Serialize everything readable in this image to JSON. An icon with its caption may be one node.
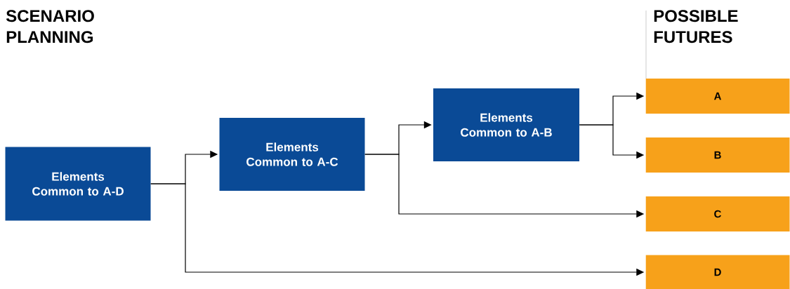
{
  "diagram": {
    "nodes": [
      {
        "text": [
          "Elements Common to A-D"
        ]
      },
      {
        "text": [
          "Elements Common to A-C"
        ]
      },
      {
        "text": [
          "Elements Common to A-B"
        ]
      },
      {
        "text": [
          "A"
        ]
      },
      {
        "text": [
          "B"
        ]
      },
      {
        "text": [
          "C"
        ]
      },
      {
        "text": [
          "D"
        ]
      }
    ],
    "edges": [
      {
        "from": 0,
        "to": 1,
        "arrow": "to"
      },
      {
        "from": 0,
        "to": 6,
        "arrow": "to"
      },
      {
        "from": 1,
        "to": 2,
        "arrow": "to"
      },
      {
        "from": 1,
        "to": 5,
        "arrow": "to"
      },
      {
        "from": 2,
        "to": 3,
        "arrow": "to"
      },
      {
        "from": 2,
        "to": 4,
        "arrow": "to"
      }
    ],
    "labels": [
      "SCENARIO PLANNING",
      "POSSIBLE FUTURES"
    ]
  }
}
